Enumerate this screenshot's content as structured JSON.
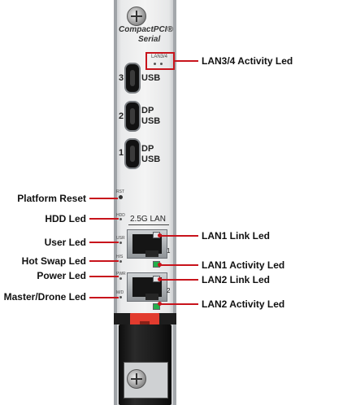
{
  "panel": {
    "brand_line1": "CompactPCI®",
    "brand_line2": "Serial",
    "lan34_label": "LAN3/4",
    "usb_ports": [
      {
        "number": "3",
        "label_line1": "USB",
        "label_line2": ""
      },
      {
        "number": "2",
        "label_line1": "DP",
        "label_line2": "USB"
      },
      {
        "number": "1",
        "label_line1": "DP",
        "label_line2": "USB"
      }
    ],
    "rst_label": "RST",
    "hdd_label": "HDD",
    "lan_header": "2.5G LAN",
    "usr_label": "USR",
    "hs_label": "H/S",
    "pwr_label": "PWR",
    "md_label": "M/D",
    "lan_port_numbers": [
      "1",
      "2"
    ],
    "lan_led_states": [
      "off",
      "on",
      "off",
      "on"
    ]
  },
  "callouts": {
    "lan34_activity": "LAN3/4 Activity Led",
    "platform_reset": "Platform Reset",
    "hdd_led": "HDD Led",
    "user_led": "User Led",
    "hot_swap_led": "Hot Swap Led",
    "power_led": "Power Led",
    "master_drone_led": "Master/Drone Led",
    "lan1_link": "LAN1 Link Led",
    "lan1_activity": "LAN1 Activity Led",
    "lan2_link": "LAN2 Link Led",
    "lan2_activity": "LAN2 Activity Led"
  },
  "colors": {
    "callout_line": "#c8141c",
    "led_green": "#22b14c",
    "latch_red": "#e23b2e"
  }
}
